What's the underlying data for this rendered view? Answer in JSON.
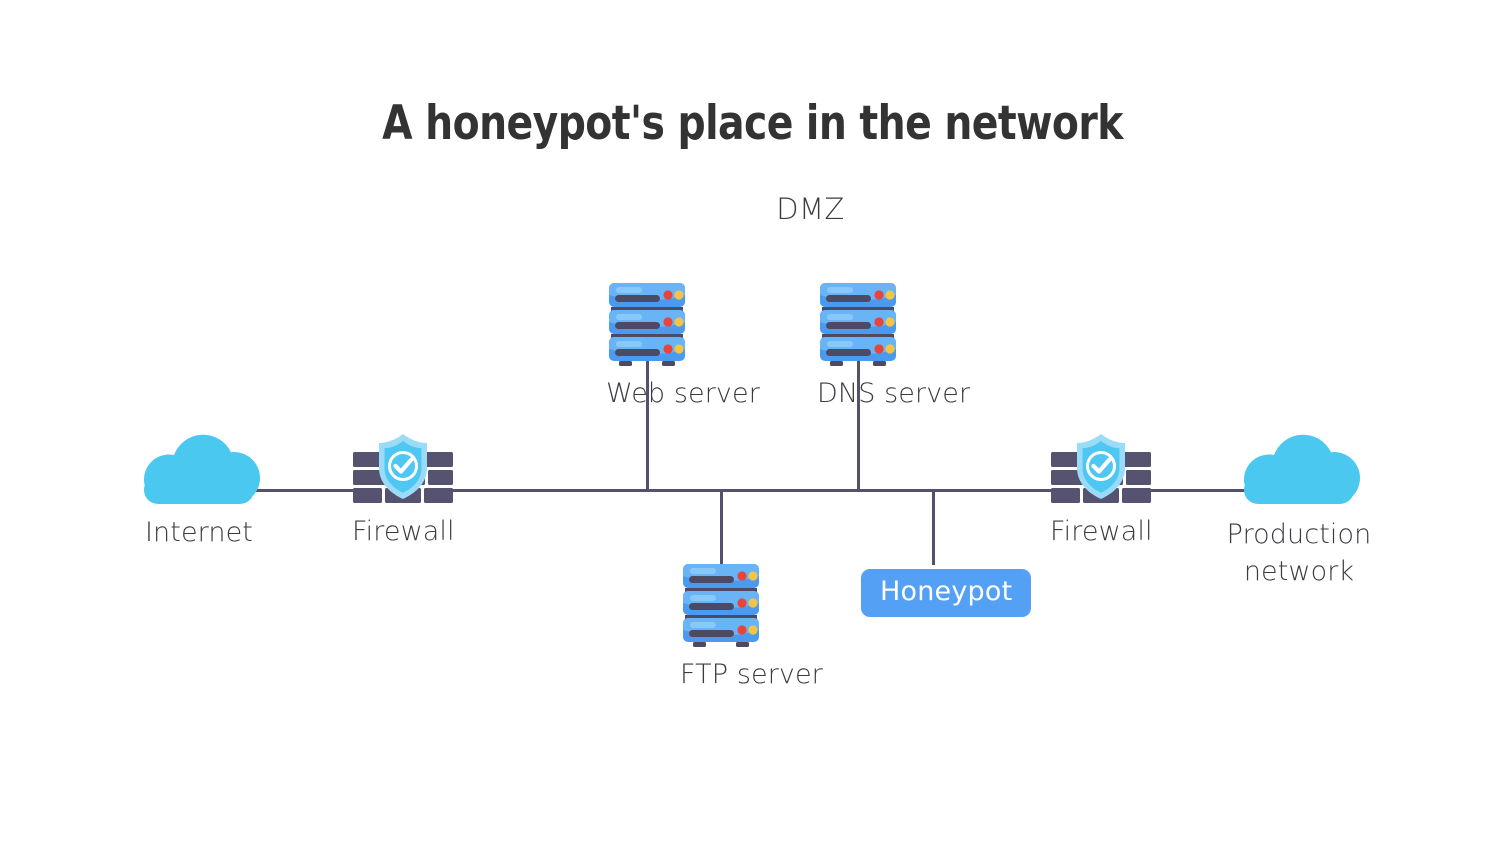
{
  "diagram": {
    "title": "A honeypot's place in the network",
    "zone_label": "DMZ",
    "colors": {
      "background": "#ffffff",
      "title": "#333333",
      "text": "#3a3a40",
      "line": "#55506b",
      "cloud": "#4ac8ef",
      "server_body": "#4a9af0",
      "server_body_light": "#68b4f7",
      "server_slot": "#4d4a63",
      "led_red": "#e8443a",
      "led_yellow": "#f4c544",
      "brick": "#565370",
      "brick_dark": "#46445c",
      "shield_outer": "#9adcf7",
      "shield_inner": "#4ec7f2",
      "honeypot_badge": "#53a0f4",
      "honeypot_text": "#ffffff"
    },
    "nodes": [
      {
        "id": "internet",
        "label": "Internet",
        "icon": "cloud-icon"
      },
      {
        "id": "firewall-left",
        "label": "Firewall",
        "icon": "firewall-icon"
      },
      {
        "id": "web-server",
        "label": "Web server",
        "icon": "server-icon"
      },
      {
        "id": "dns-server",
        "label": "DNS server",
        "icon": "server-icon"
      },
      {
        "id": "ftp-server",
        "label": "FTP server",
        "icon": "server-icon"
      },
      {
        "id": "honeypot",
        "label": "Honeypot",
        "icon": "badge"
      },
      {
        "id": "firewall-right",
        "label": "Firewall",
        "icon": "firewall-icon"
      },
      {
        "id": "production-network",
        "label": "Production network",
        "icon": "cloud-icon"
      }
    ],
    "labels": {
      "internet": "Internet",
      "firewall_left": "Firewall",
      "web_server": "Web server",
      "dns_server": "DNS server",
      "ftp_server": "FTP server",
      "honeypot": "Honeypot",
      "firewall_right": "Firewall",
      "production_network_line1": "Production",
      "production_network_line2": "network"
    }
  }
}
